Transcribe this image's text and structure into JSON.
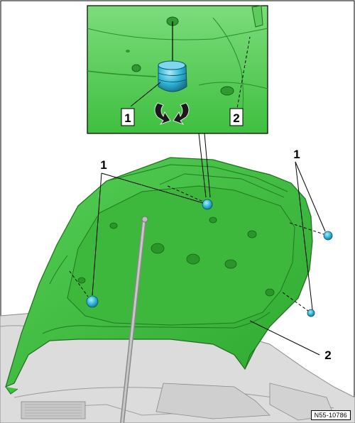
{
  "diagram": {
    "callouts": {
      "inset_buffer": "1",
      "inset_hood": "2",
      "buffer_left": "1",
      "buffer_right": "1",
      "hood": "2"
    },
    "reference_code": "N55-10786",
    "colors": {
      "hood_green": "#3fbf3f",
      "hood_dark": "#1e7a1e",
      "buffer_blue": "#2fb6d8",
      "engine_gray": "#d8d8d8"
    },
    "icons": [
      "rotate-left-arrow-icon",
      "rotate-right-arrow-icon"
    ]
  }
}
